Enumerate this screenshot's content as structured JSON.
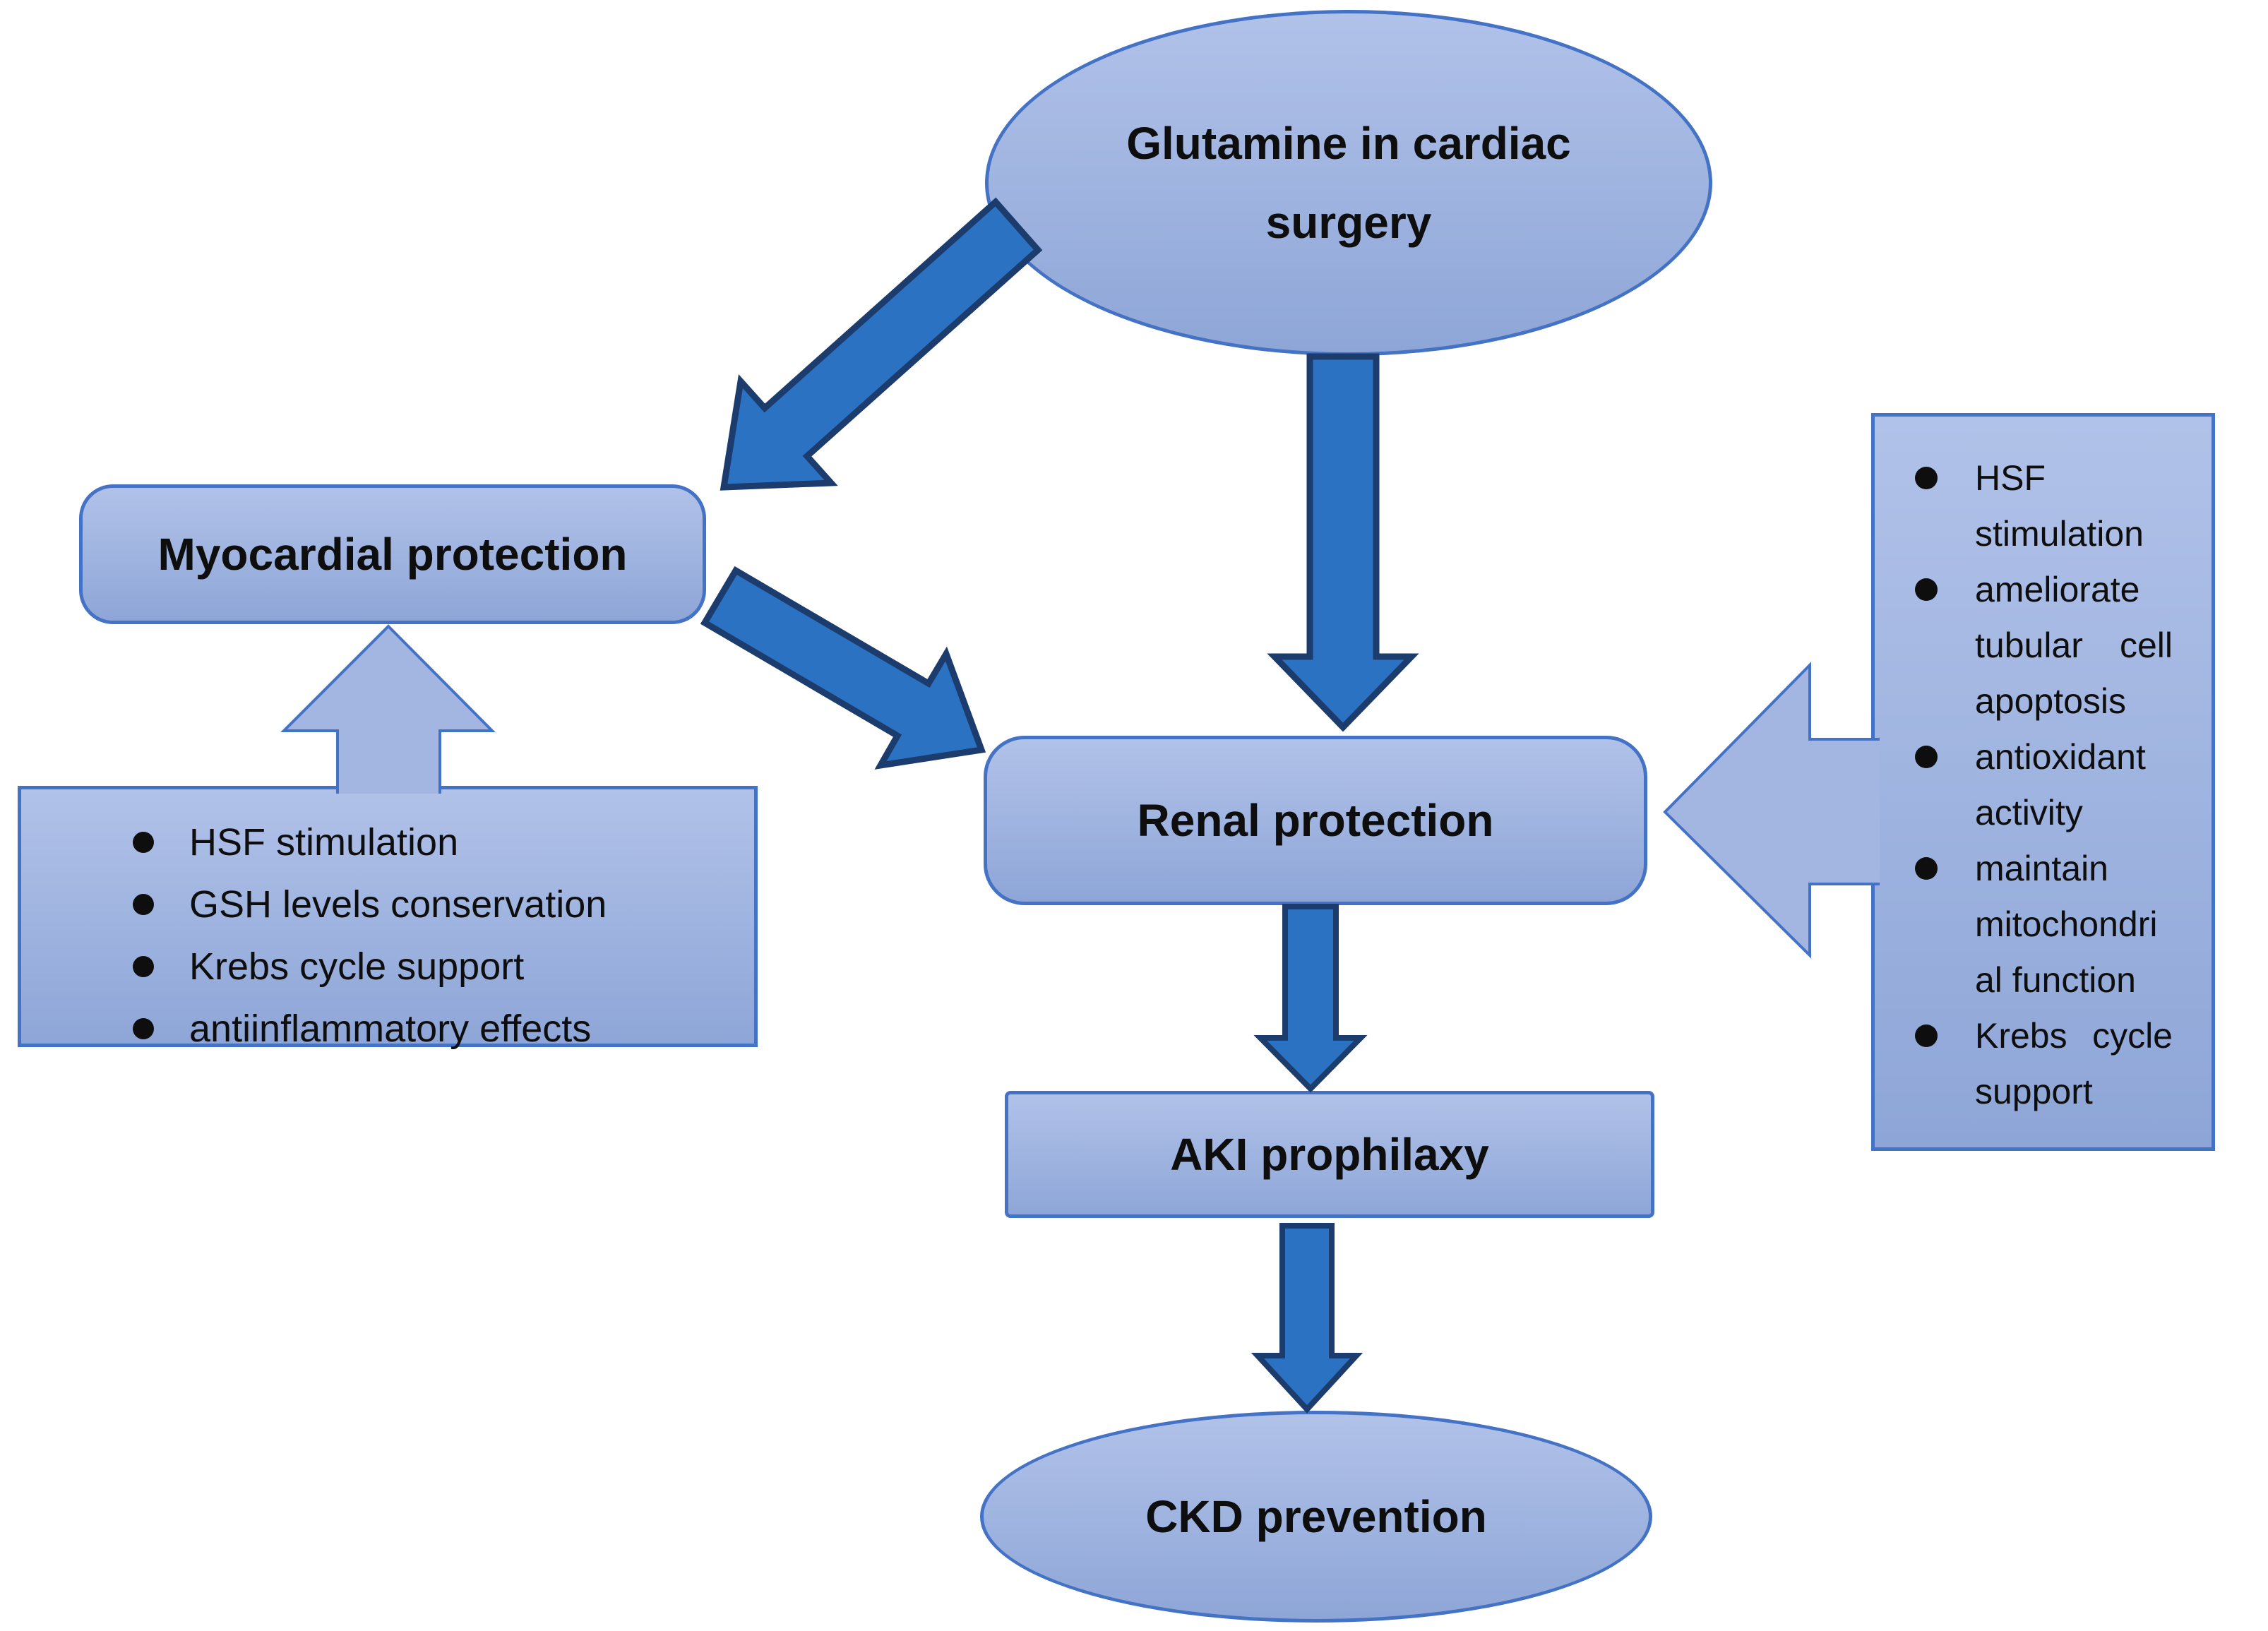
{
  "diagram": {
    "nodes": {
      "glutamine": "Glutamine in cardiac surgery",
      "myocardial": "Myocardial protection",
      "renal": "Renal protection",
      "aki": "AKI prophilaxy",
      "ckd": "CKD prevention"
    },
    "myocardial_benefits": {
      "items": [
        "HSF stimulation",
        "GSH levels conservation",
        "Krebs cycle support",
        "antiinflammatory effects"
      ]
    },
    "renal_benefits": {
      "items": [
        "HSF stimulation",
        "ameliorate tubular cell apoptosis",
        "antioxidant activity",
        "maintain mitochondrial function",
        "Krebs cycle support"
      ]
    }
  },
  "colors": {
    "node-fill-top": "#b1c2e9",
    "node-fill-bottom": "#8ea6d7",
    "node-border": "#4472c4",
    "block-fill": "#a3b6e2",
    "block-border": "#4472c4",
    "arrow-fill": "#2b73c2",
    "arrow-outline": "#1c3c6e",
    "text": "#0e0e0e"
  }
}
